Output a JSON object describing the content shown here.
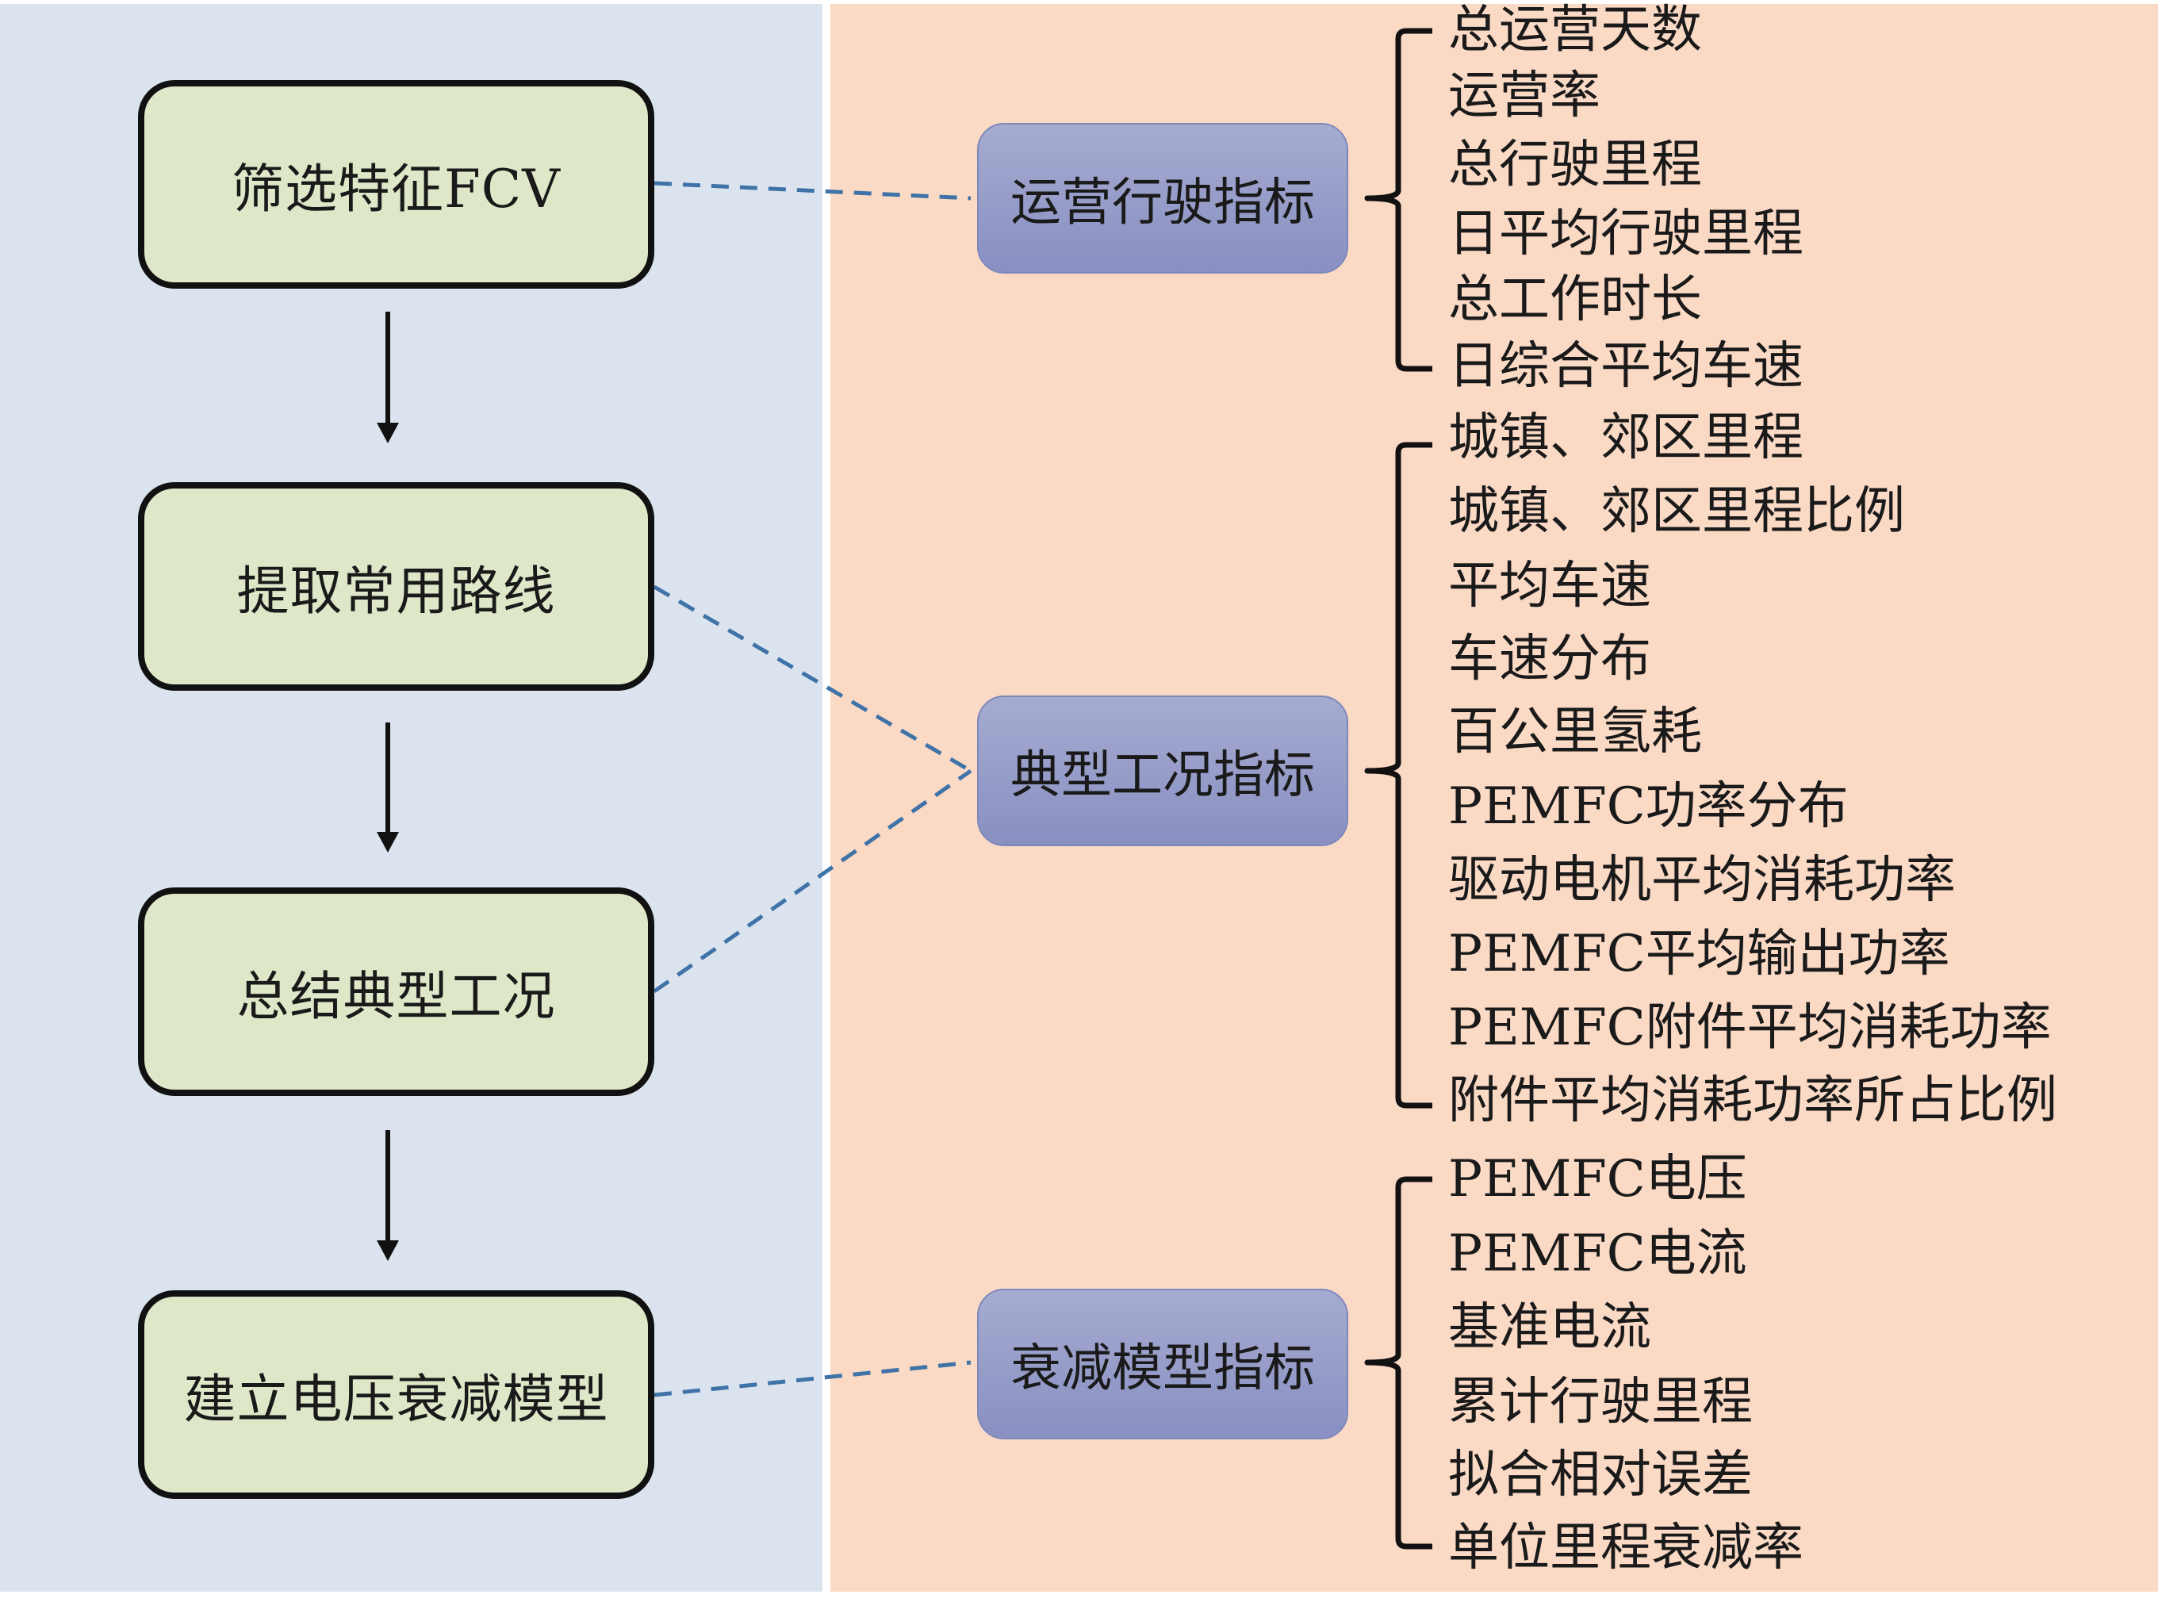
{
  "colors": {
    "left_panel_bg": "#dbe3ee",
    "right_panel_bg": "#fad9c5",
    "step_fill": "#dee8c9",
    "category_fill_top": "#a6abd0",
    "category_fill_bottom": "#8990c2",
    "connector": "#3f73a8",
    "arrow": "#111111"
  },
  "steps": [
    {
      "label": "筛选特征FCV"
    },
    {
      "label": "提取常用路线"
    },
    {
      "label": "总结典型工况"
    },
    {
      "label": "建立电压衰减模型"
    }
  ],
  "categories": [
    {
      "label": "运营行驶指标",
      "items": [
        "总运营天数",
        "运营率",
        "总行驶里程",
        "日平均行驶里程",
        "总工作时长",
        "日综合平均车速"
      ]
    },
    {
      "label": "典型工况指标",
      "items": [
        "城镇、郊区里程",
        "城镇、郊区里程比例",
        "平均车速",
        "车速分布",
        "百公里氢耗",
        "PEMFC功率分布",
        "驱动电机平均消耗功率",
        "PEMFC平均输出功率",
        "PEMFC附件平均消耗功率",
        "附件平均消耗功率所占比例"
      ]
    },
    {
      "label": "衰减模型指标",
      "items": [
        "PEMFC电压",
        "PEMFC电流",
        "基准电流",
        "累计行驶里程",
        "拟合相对误差",
        "单位里程衰减率"
      ]
    }
  ],
  "connections": [
    {
      "from_step": 0,
      "to_category": 0
    },
    {
      "from_step": 1,
      "to_category": 1
    },
    {
      "from_step": 2,
      "to_category": 1
    },
    {
      "from_step": 3,
      "to_category": 2
    }
  ]
}
